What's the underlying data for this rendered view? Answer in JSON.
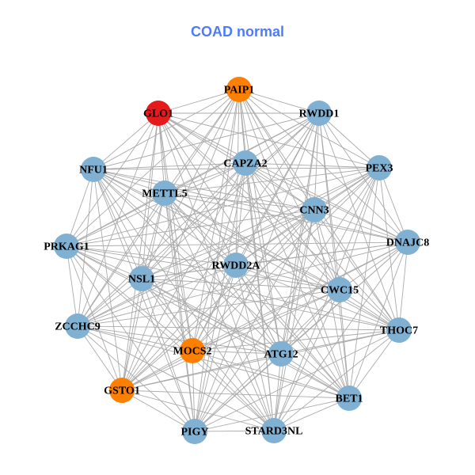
{
  "title": "COAD normal",
  "colors": {
    "normal": "#80b1d3",
    "highlight": "#ff7f00",
    "hub": "#e41a1c",
    "edge": "#aaaaaa"
  },
  "nodes": [
    {
      "id": "PAIP1",
      "group": "highlight"
    },
    {
      "id": "GLO1",
      "group": "hub"
    },
    {
      "id": "RWDD1",
      "group": "normal"
    },
    {
      "id": "CAPZA2",
      "group": "normal"
    },
    {
      "id": "NFU1",
      "group": "normal"
    },
    {
      "id": "PEX3",
      "group": "normal"
    },
    {
      "id": "METTL5",
      "group": "normal"
    },
    {
      "id": "CNN3",
      "group": "normal"
    },
    {
      "id": "PRKAG1",
      "group": "normal"
    },
    {
      "id": "DNAJC8",
      "group": "normal"
    },
    {
      "id": "RWDD2A",
      "group": "normal"
    },
    {
      "id": "NSL1",
      "group": "normal"
    },
    {
      "id": "CWC15",
      "group": "normal"
    },
    {
      "id": "ZCCHC9",
      "group": "normal"
    },
    {
      "id": "THOC7",
      "group": "normal"
    },
    {
      "id": "MOCS2",
      "group": "highlight"
    },
    {
      "id": "ATG12",
      "group": "normal"
    },
    {
      "id": "GSTO1",
      "group": "highlight"
    },
    {
      "id": "BET1",
      "group": "normal"
    },
    {
      "id": "PIGY",
      "group": "normal"
    },
    {
      "id": "STARD3NL",
      "group": "normal"
    }
  ],
  "edges_mode": "all-pairs"
}
